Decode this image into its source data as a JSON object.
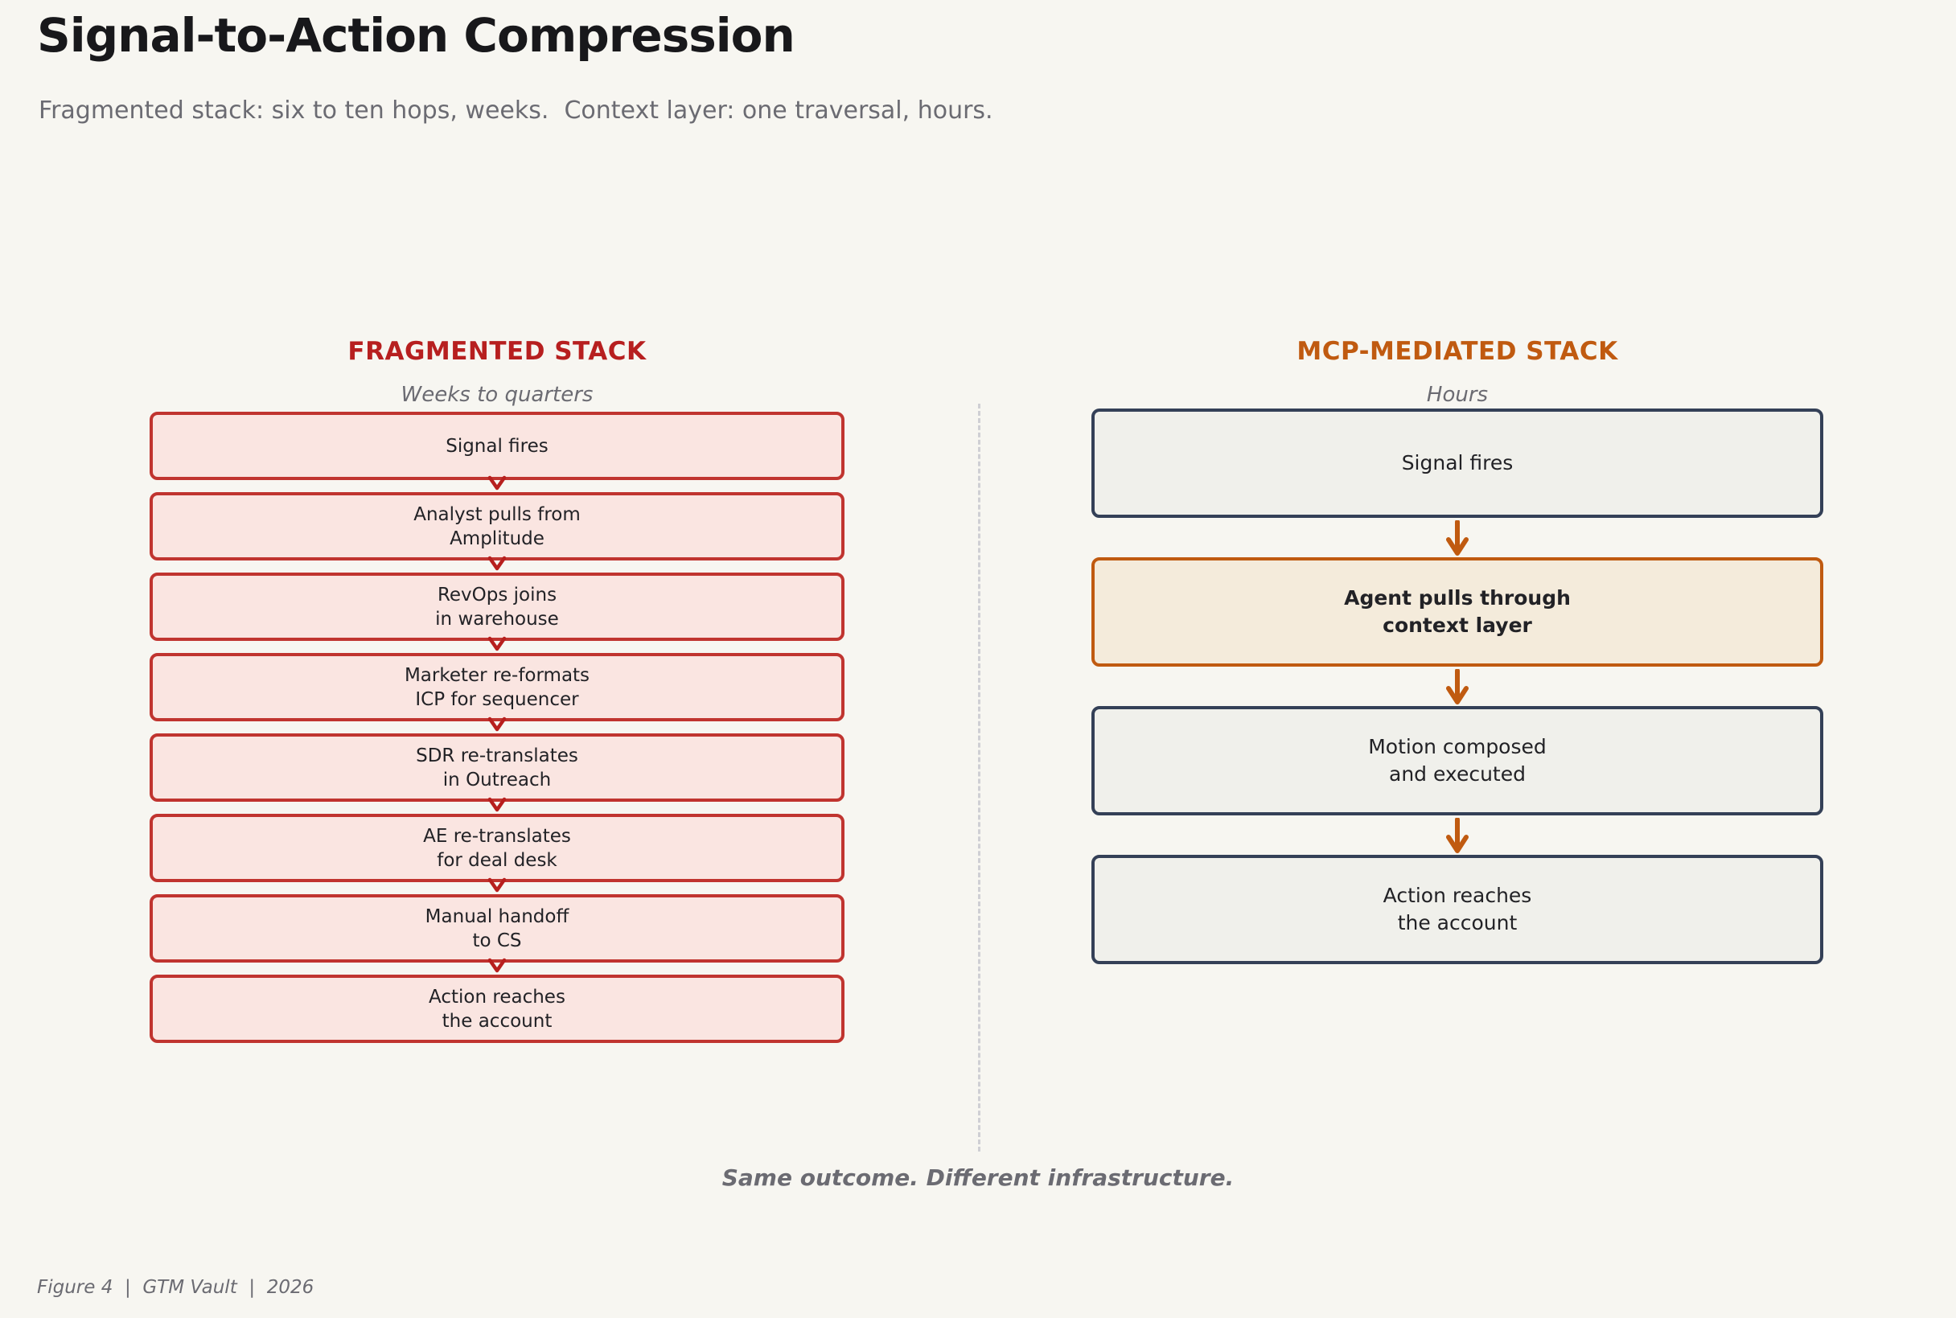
{
  "colors": {
    "background": "#F7F6F1",
    "title": "#18181B",
    "muted": "#6B6B72",
    "frag_header": "#B71F1F",
    "frag_border": "#C0342F",
    "frag_fill": "#FAE5E1",
    "frag_arrow": "#B7201E",
    "mcp_header": "#C05A10",
    "mcp_border": "#C05A10",
    "mcp_fill": "#F4EBDB",
    "mcp_arrow": "#C05A10",
    "neutral_border": "#344057",
    "neutral_fill": "#F0F0EB",
    "box_text": "#222226",
    "divider": "#CFCFD4"
  },
  "header": {
    "title": "Signal-to-Action Compression",
    "subtitle": "Fragmented stack: six to ten hops, weeks.  Context layer: one traversal, hours."
  },
  "fragmented": {
    "title": "FRAGMENTED STACK",
    "subtitle": "Weeks to quarters",
    "steps": [
      "Signal fires",
      "Analyst pulls from\nAmplitude",
      "RevOps joins\nin warehouse",
      "Marketer re-formats\nICP for sequencer",
      "SDR re-translates\nin Outreach",
      "AE re-translates\nfor deal desk",
      "Manual handoff\nto CS",
      "Action reaches\nthe account"
    ]
  },
  "mcp": {
    "title": "MCP-MEDIATED STACK",
    "subtitle": "Hours",
    "steps": [
      {
        "text": "Signal fires",
        "emphasis": false
      },
      {
        "text": "Agent pulls through\ncontext layer",
        "emphasis": true
      },
      {
        "text": "Motion composed\nand executed",
        "emphasis": false
      },
      {
        "text": "Action reaches\nthe account",
        "emphasis": false
      }
    ]
  },
  "caption": "Same outcome. Different infrastructure.",
  "footer": "Figure 4  |  GTM Vault  |  2026"
}
